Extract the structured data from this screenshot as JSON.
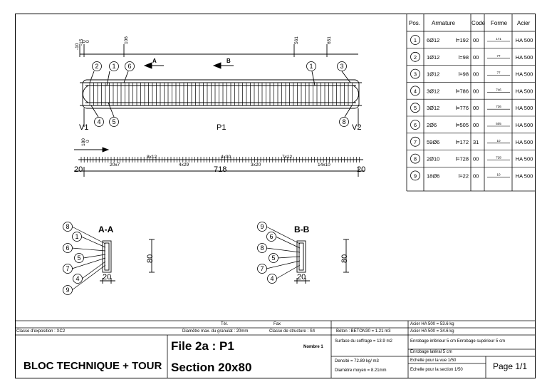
{
  "drawing": {
    "beam_label": "P1",
    "support_left": "V1",
    "support_right": "V2",
    "top_dims": [
      "-10",
      "-15",
      "0",
      "0",
      "106",
      "561",
      "651"
    ],
    "section_arrow_a": "A",
    "section_arrow_b": "B",
    "stirrup_spacing_labels": [
      "8x12",
      "4x29",
      "4x30",
      "3x20",
      "7x12",
      "14x10"
    ],
    "stirrup_small_label": "20x7",
    "left_stirrup_offsets": [
      "180",
      "0"
    ],
    "span_left": "20",
    "span_total": "718",
    "span_right": "20",
    "top_left_bubbles": [
      "2",
      "1",
      "6"
    ],
    "top_right_bubbles": [
      "1",
      "3"
    ],
    "bottom_left_bubbles": [
      "4",
      "5"
    ],
    "bottom_right_bubbles": [
      "8"
    ]
  },
  "sections": {
    "a": {
      "title": "A-A",
      "bubbles": [
        "8",
        "1",
        "6",
        "5",
        "7",
        "4",
        "9"
      ],
      "width": "20",
      "height": "80"
    },
    "b": {
      "title": "B-B",
      "bubbles": [
        "9",
        "6",
        "8",
        "5",
        "7",
        "4"
      ],
      "width": "20",
      "height": "80"
    }
  },
  "rebar_table": {
    "headers": [
      "Pos.",
      "Armature",
      "Code",
      "Forme",
      "Acier"
    ],
    "rows": [
      {
        "pos": "1",
        "bars": "6Ø12",
        "length": "l=192",
        "code": "00",
        "shape": "171",
        "steel": "HA 500"
      },
      {
        "pos": "2",
        "bars": "1Ø12",
        "length": "l=98",
        "code": "00",
        "shape": "77",
        "steel": "HA 500"
      },
      {
        "pos": "3",
        "bars": "1Ø12",
        "length": "l=98",
        "code": "00",
        "shape": "77",
        "steel": "HA 500"
      },
      {
        "pos": "4",
        "bars": "3Ø12",
        "length": "l=786",
        "code": "00",
        "shape": "746",
        "steel": "HA 500"
      },
      {
        "pos": "5",
        "bars": "3Ø12",
        "length": "l=776",
        "code": "00",
        "shape": "736",
        "steel": "HA 500"
      },
      {
        "pos": "6",
        "bars": "2Ø6",
        "length": "l=505",
        "code": "00",
        "shape": "505",
        "steel": "HA 500"
      },
      {
        "pos": "7",
        "bars": "59Ø6",
        "length": "l=172",
        "code": "31",
        "shape": "10",
        "steel": "HA 500"
      },
      {
        "pos": "8",
        "bars": "2Ø10",
        "length": "l=728",
        "code": "00",
        "shape": "728",
        "steel": "HA 500"
      },
      {
        "pos": "9",
        "bars": "18Ø6",
        "length": "l=22",
        "code": "00",
        "shape": "10",
        "steel": "HA 500"
      }
    ]
  },
  "title_block": {
    "tel": "Tél.",
    "fax": "Fax",
    "steel_total": "Acier HA 500 = 53.6 kg",
    "exposure": "Classe d'exposition : XC2",
    "aggregate": "Diamètre max. du granulat : 20mm",
    "structure_class": "Classe de structure : S4",
    "concrete": "Béton : BETON30 = 1.21 m3",
    "steel_ha": "Acier HA 500 = 34.6 kg",
    "file": "File 2a : P1",
    "count": "Nombre 1",
    "formwork": "Surface du coffrage = 13.9 m2",
    "cover_inf_sup": "Enrobage inférieur 5 cm  Enrobage supérieur 5 cm",
    "cover_lat": "Enrobage latéral 5 cm",
    "project": "BLOC TECHNIQUE + TOUR",
    "section": "Section 20x80",
    "density": "Densité = 72.89 kg/ m3",
    "mean_diameter": "Diamètre moyen = 8.21mm",
    "scale_view": "Echelle pour la vue 1/50",
    "scale_section": "Echelle pour la section 1/50",
    "page": "Page 1/1"
  }
}
